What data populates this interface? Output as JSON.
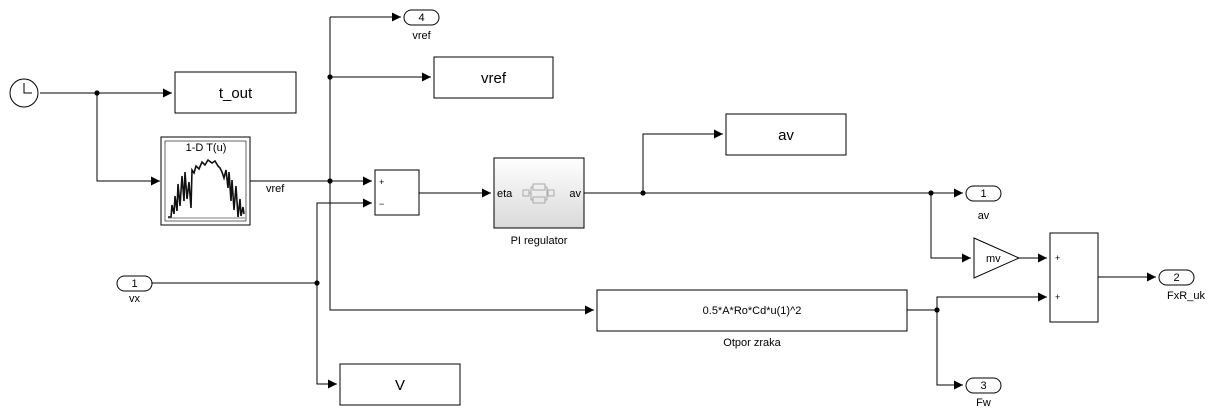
{
  "model": {
    "clock_label": "",
    "lookup": {
      "title": "1-D T(u)"
    },
    "signals": {
      "vref_line": "vref"
    },
    "display_blocks": {
      "t_out": "t_out",
      "vref": "vref",
      "av": "av",
      "v": "V"
    },
    "sum1": {
      "plus": "+",
      "minus": "−"
    },
    "sum2": {
      "plus1": "+",
      "plus2": "+"
    },
    "pi_regulator": {
      "name": "PI regulator",
      "in_port": "eta",
      "out_port": "av"
    },
    "gain": {
      "label": "mv"
    },
    "fcn": {
      "expression": "0.5*A*Ro*Cd*u(1)^2",
      "name": "Otpor zraka"
    },
    "inports": [
      {
        "number": "1",
        "name": "vx"
      }
    ],
    "outports": [
      {
        "number": "4",
        "name": "vref"
      },
      {
        "number": "1",
        "name": "av"
      },
      {
        "number": "2",
        "name": "FxR_uk"
      },
      {
        "number": "3",
        "name": "Fw"
      }
    ]
  }
}
